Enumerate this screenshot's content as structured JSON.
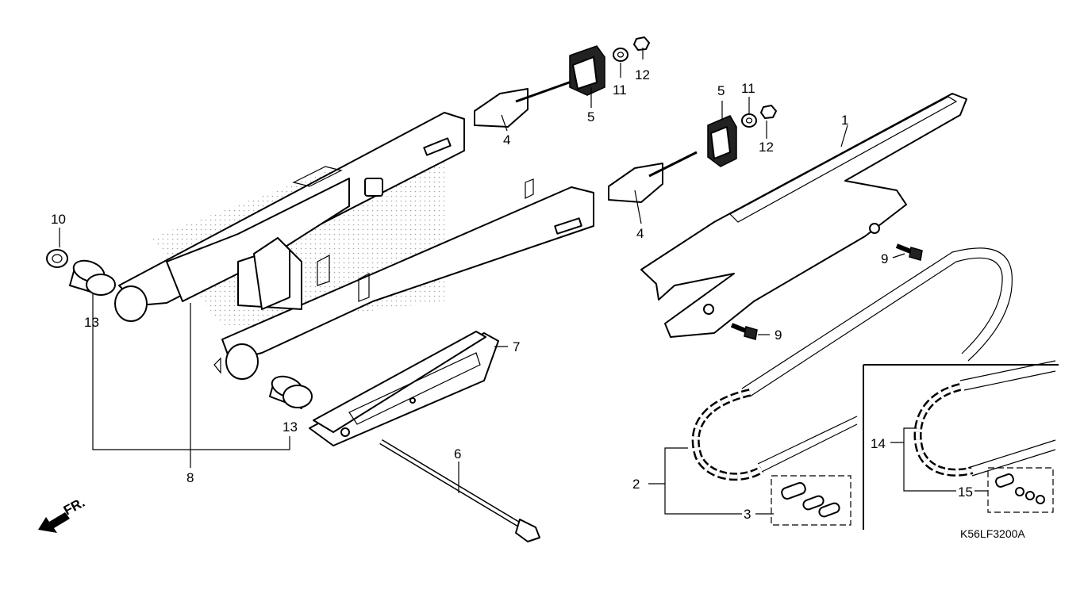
{
  "diagram": {
    "callouts": [
      "1",
      "2",
      "3",
      "4",
      "4",
      "5",
      "5",
      "6",
      "7",
      "8",
      "9",
      "9",
      "10",
      "11",
      "11",
      "12",
      "12",
      "13",
      "13",
      "14",
      "15"
    ],
    "front_indicator": "FR.",
    "drawing_code": "K56LF3200A"
  }
}
